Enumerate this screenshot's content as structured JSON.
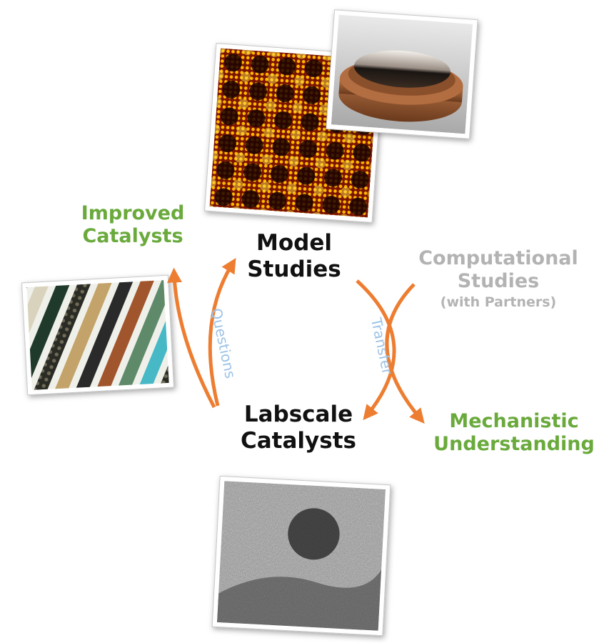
{
  "labels": {
    "model_studies": [
      "Model",
      "Studies"
    ],
    "labscale_catalysts": [
      "Labscale",
      "Catalysts"
    ],
    "improved_catalysts": [
      "Improved",
      "Catalysts"
    ],
    "computational_studies": [
      "Computational",
      "Studies"
    ],
    "with_partners": "(with Partners)",
    "mechanistic_understanding": [
      "Mechanistic",
      "Understanding"
    ],
    "questions": "Questions",
    "transfer": "Transfer"
  },
  "colors": {
    "arrow": "#ed7d31",
    "green_text": "#6aaa3c",
    "grey_text": "#b3b3b3",
    "curve_text": "#9dc3e6",
    "black_text": "#111111"
  },
  "images": {
    "stm_image": "stm-lattice-image",
    "crystal_image": "single-crystal-disk-image",
    "pellets_image": "catalyst-pellets-image",
    "tem_image": "tem-nanoparticle-image"
  }
}
